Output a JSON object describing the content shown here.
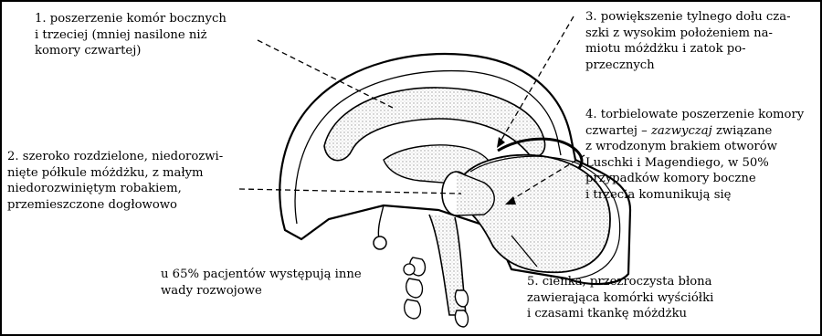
{
  "labels": {
    "l1": {
      "number": "1.",
      "text": "poszerzenie komór bocznych\ni trzeciej (mniej nasilone niż\nkomory czwartej)"
    },
    "l2": {
      "number": "2.",
      "text": "szeroko rozdzielone, niedorozwi-\nnięte półkule móżdżku, z małym\nniedorozwiniętym robakiem,\nprzemieszczone dogłowowo"
    },
    "l3": {
      "number": "3.",
      "text": "powiększenie tylnego dołu cza-\nszki z wysokim położeniem na-\nmiotu móżdżku i zatok po-\nprzecznych"
    },
    "l4": {
      "number": "4.",
      "line1": "torbielowate poszerzenie komory",
      "line2_pre": "czwartej – ",
      "line2_em": "zazwyczaj",
      "line2_post": " związane",
      "rest": "z wrodzonym brakiem otworów\nLuschki i Magendiego, w 50%\nprzypadków komory boczne\ni trzecia komunikują się"
    },
    "l5": {
      "number": "5.",
      "text": "cienka, przezroczysta błona\nzawierająca komórki wyściółki\ni czasami tkankę móżdżku"
    },
    "note": {
      "text": "u 65% pacjentów występują inne\nwady rozwojowe"
    }
  },
  "colors": {
    "line": "#000000",
    "stipple": "#cfcfcf",
    "background": "#ffffff"
  }
}
